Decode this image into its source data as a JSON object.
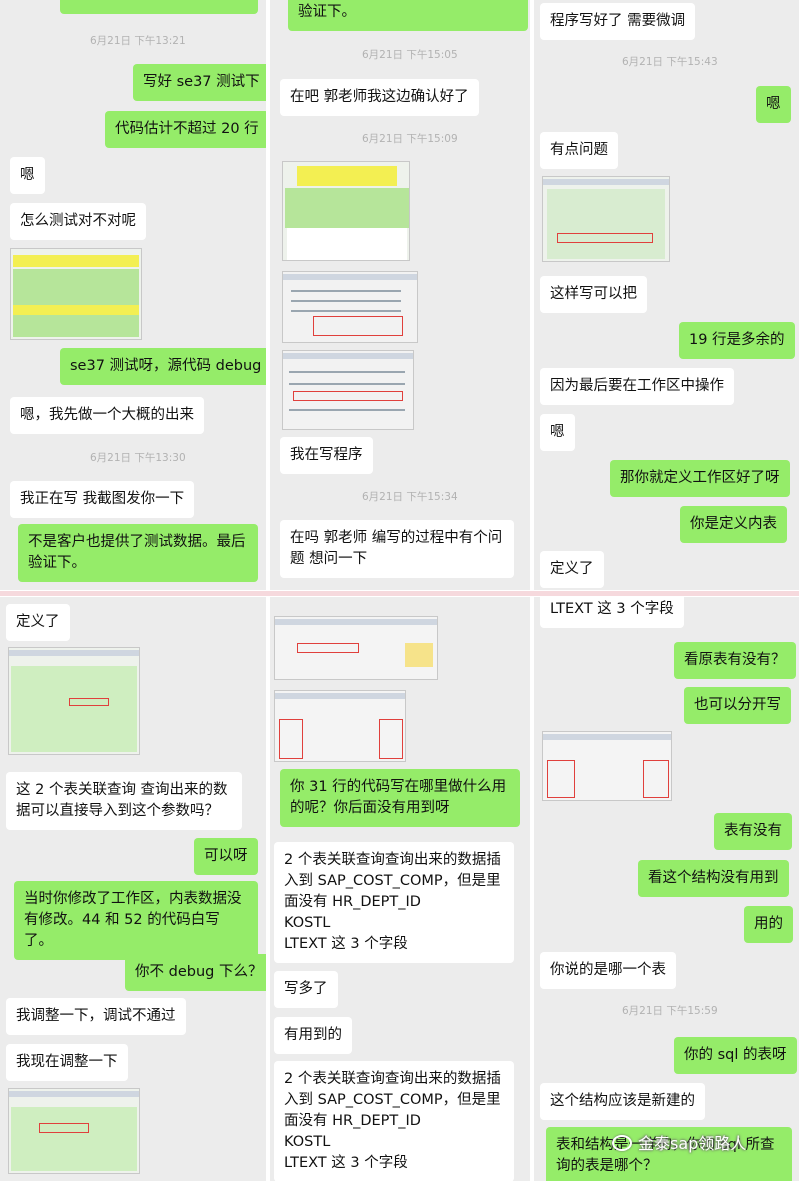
{
  "p1": {
    "m0": "",
    "t1": "6月21日 下午13:21",
    "m1": "写好 se37 测试下",
    "m2": "代码估计不超过 20 行",
    "m3": "嗯",
    "m4": "怎么测试对不对呢",
    "m5": "se37 测试呀，源代码 debug",
    "m6": "嗯，我先做一个大概的出来",
    "t2": "6月21日 下午13:30",
    "m7": "我正在写 我截图发你一下",
    "m8": "不是客户也提供了测试数据。最后验证下。"
  },
  "p2": {
    "m1": "验证下。",
    "t1": "6月21日 下午15:05",
    "m2": "在吧  郭老师我这边确认好了",
    "t2": "6月21日 下午15:09",
    "m3": "我在写程序",
    "t3": "6月21日 下午15:34",
    "m4": "在吗 郭老师 编写的过程中有个问题 想问一下"
  },
  "p3": {
    "m1": "程序写好了 需要微调",
    "t1": "6月21日 下午15:43",
    "m2": "嗯",
    "m3": "有点问题",
    "m4": "这样写可以把",
    "m5": "19 行是多余的",
    "m6": "因为最后要在工作区中操作",
    "m7": "嗯",
    "m8": "那你就定义工作区好了呀",
    "m9": "你是定义内表",
    "m10": "定义了"
  },
  "p4": {
    "m1": "定义了",
    "m2": "这 2 个表关联查询 查询出来的数据可以直接导入到这个参数吗？",
    "m3": "可以呀",
    "m4": "当时你修改了工作区，内表数据没有修改。44 和 52 的代码白写了。",
    "m5": "你不 debug 下么？",
    "m6": "我调整一下，调试不通过",
    "m7": "我现在调整一下"
  },
  "p5": {
    "m1": "你 31 行的代码写在哪里做什么用的呢？你后面没有用到呀",
    "m2a": "2 个表关联查询查询出来的数据插入到 SAP_COST_COMP，但是里面没有 HR_DEPT_ID",
    "m2b": "KOSTL",
    "m2c": "LTEXT 这 3 个字段",
    "m3": "写多了",
    "m4": "有用到的",
    "m5a": "2 个表关联查询查询出来的数据插入到 SAP_COST_COMP，但是里面没有 HR_DEPT_ID",
    "m5b": "KOSTL",
    "m5c": "LTEXT 这 3 个字段"
  },
  "p6": {
    "m1": "LTEXT 这 3 个字段",
    "m2": "看原表有没有？",
    "m3": "也可以分开写",
    "m4": "表有没有",
    "m5": "看这个结构没有用到",
    "m6": "用的",
    "m7": "你说的是哪一个表",
    "t1": "6月21日 下午15:59",
    "m8": "你的 sql 的表呀",
    "m9": "这个结构应该是新建的",
    "m10": "表和结构是一样的，你的 sql 所查询的表是哪个？"
  },
  "watermark": "金泰sap领路人",
  "colors": {
    "sent": "#95ec69",
    "received": "#ffffff",
    "background": "#ececec"
  }
}
